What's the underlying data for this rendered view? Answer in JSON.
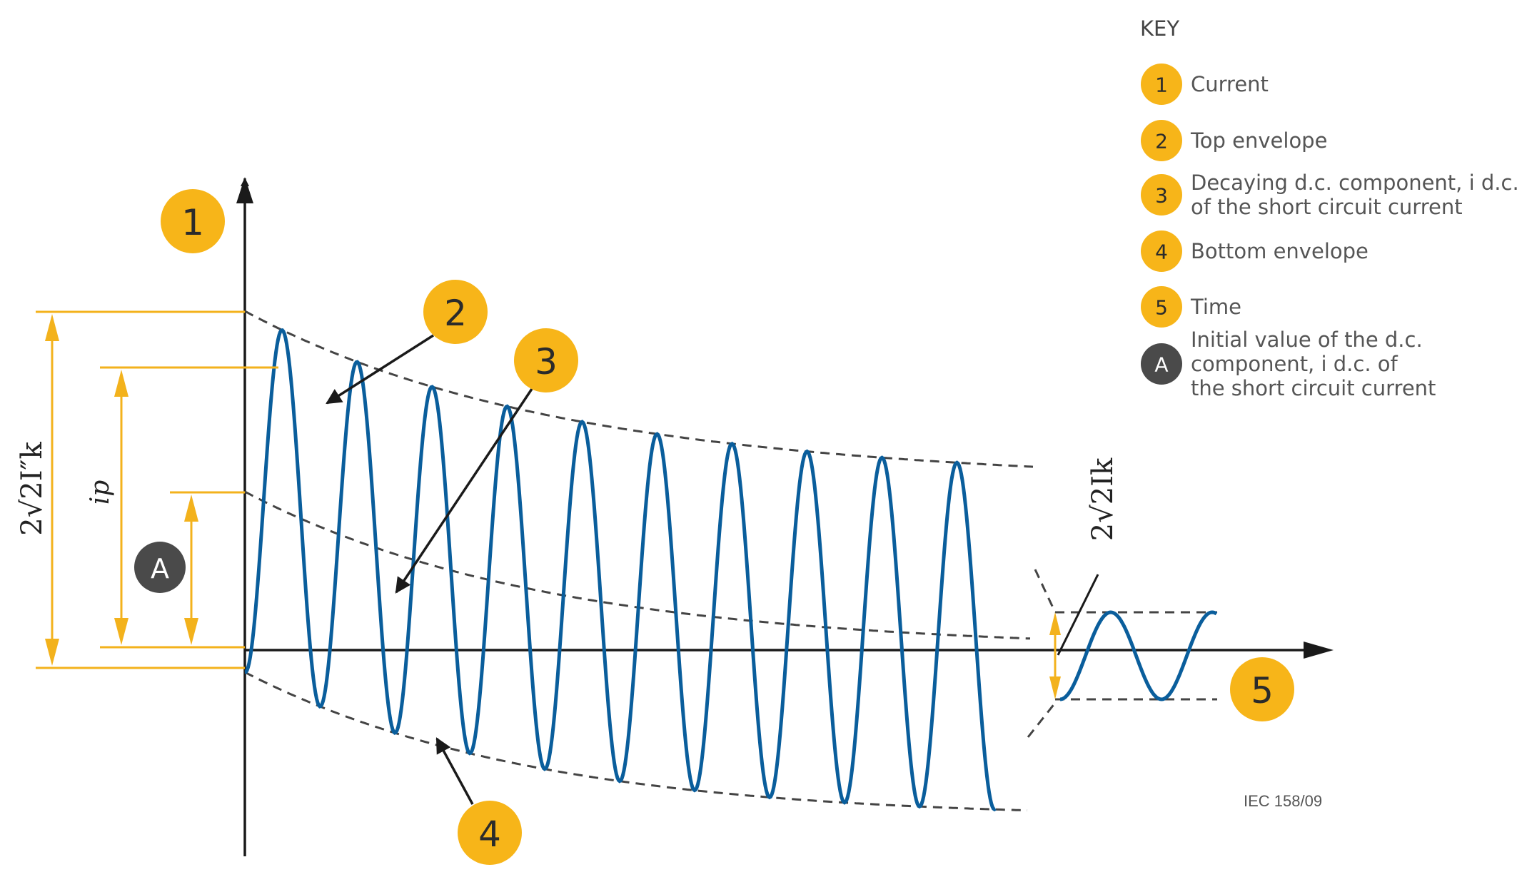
{
  "key": {
    "title": "KEY",
    "items": [
      {
        "badge": "1",
        "lines": [
          "Current"
        ]
      },
      {
        "badge": "2",
        "lines": [
          "Top envelope"
        ]
      },
      {
        "badge": "3",
        "lines": [
          "Decaying d.c. component, i d.c.",
          "of the short circuit current"
        ]
      },
      {
        "badge": "4",
        "lines": [
          "Bottom envelope"
        ]
      },
      {
        "badge": "5",
        "lines": [
          "Time"
        ]
      },
      {
        "badge": "A",
        "lines": [
          "Initial value of the d.c.",
          "component, i d.c. of",
          "the short circuit current"
        ]
      }
    ]
  },
  "callouts": {
    "current": "1",
    "top_envelope": "2",
    "dc_component": "3",
    "bottom_envelope": "4",
    "time": "5",
    "initial_dc": "A"
  },
  "labels": {
    "peak_initial": "2√2I″k",
    "peak_current": "ip",
    "steady_state": "2√2Ik"
  },
  "reference": "IEC 158/09",
  "colors": {
    "badge": "#F7B519",
    "badge_dark": "#4A4A4A",
    "wave": "#0A5E9C",
    "dimension": "#F3B21C",
    "envelope": "#444444",
    "axis": "#1a1a1a"
  }
}
